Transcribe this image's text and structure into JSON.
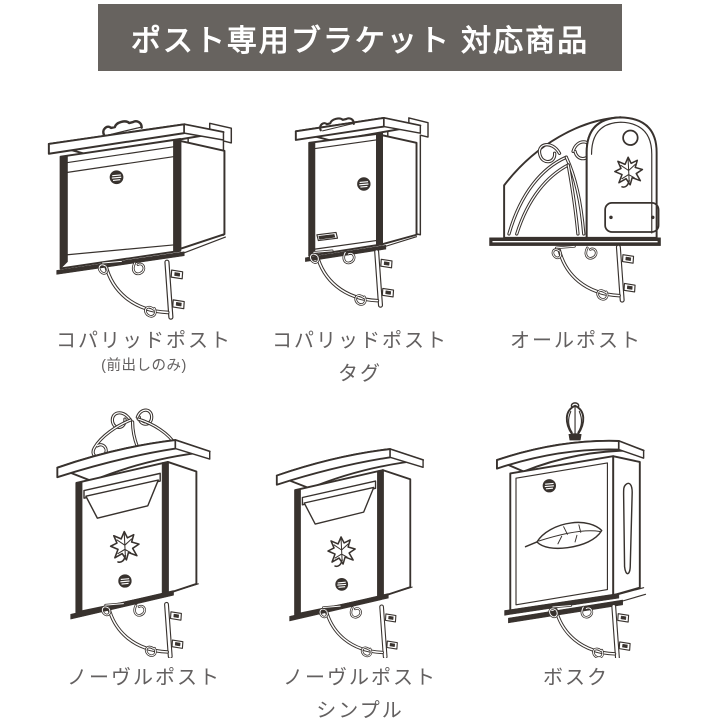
{
  "header": {
    "title": "ポスト専用ブラケット 対応商品"
  },
  "colors": {
    "banner_bg": "#67635f",
    "banner_text": "#ffffff",
    "line_art": "#38322e",
    "label_text": "#636060"
  },
  "products": [
    {
      "name": "コパリッドポスト",
      "variant": "(前出しのみ)",
      "illustration": "copalid-post-illustration"
    },
    {
      "name": "コパリッドポスト",
      "variant": "タグ",
      "illustration": "copalid-post-tag-illustration"
    },
    {
      "name": "オールポスト",
      "variant": "",
      "illustration": "all-post-illustration"
    },
    {
      "name": "ノーヴルポスト",
      "variant": "",
      "illustration": "novel-post-illustration"
    },
    {
      "name": "ノーヴルポスト",
      "variant": "シンプル",
      "illustration": "novel-post-simple-illustration"
    },
    {
      "name": "ボスク",
      "variant": "",
      "illustration": "bosque-post-illustration"
    }
  ]
}
